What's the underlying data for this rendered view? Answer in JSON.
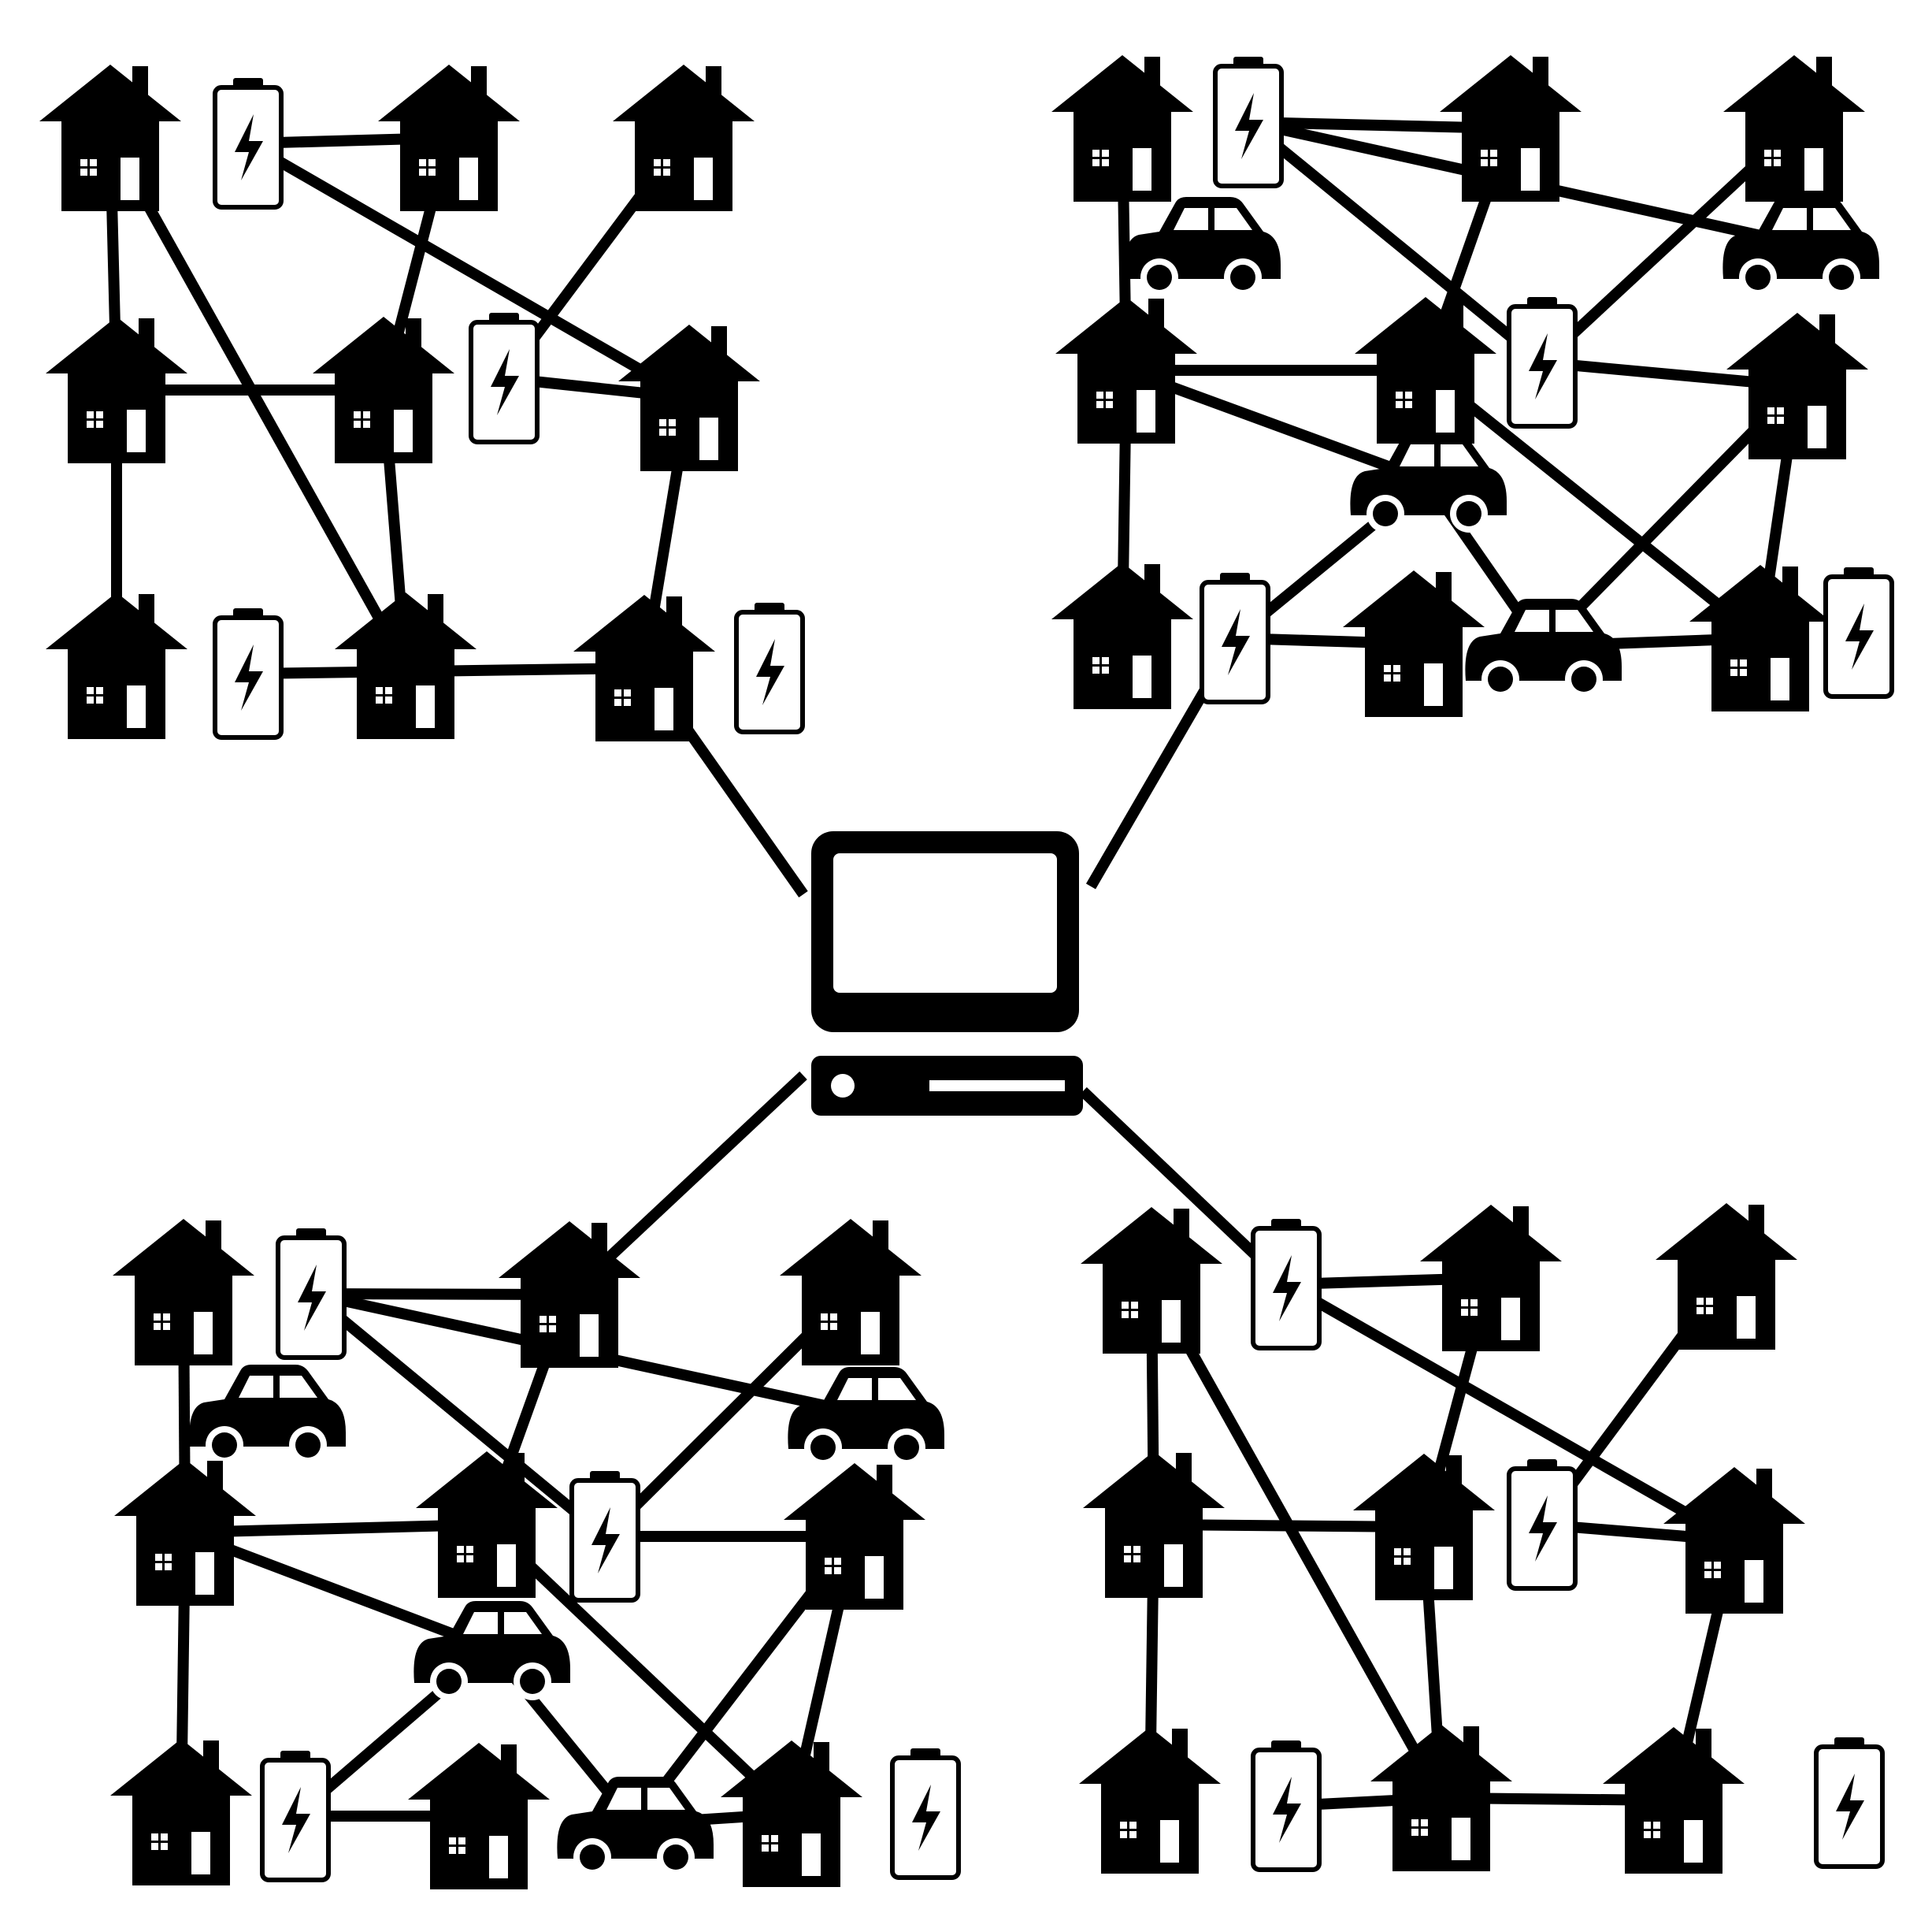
{
  "colors": {
    "ink": "#000000",
    "paper": "#ffffff"
  },
  "icons": {
    "house": "house-icon",
    "battery": "battery-icon",
    "car": "car-icon",
    "computer": "computer-icon"
  },
  "diagram": {
    "hub": "central-computer",
    "clusters": [
      {
        "id": "cluster-top-left",
        "nodes": [
          {
            "id": "h1",
            "type": "house"
          },
          {
            "id": "b1",
            "type": "battery"
          },
          {
            "id": "h2",
            "type": "house"
          },
          {
            "id": "h3",
            "type": "house"
          },
          {
            "id": "h4",
            "type": "house"
          },
          {
            "id": "h5",
            "type": "house"
          },
          {
            "id": "b2",
            "type": "battery"
          },
          {
            "id": "h6",
            "type": "house"
          },
          {
            "id": "h7",
            "type": "house"
          },
          {
            "id": "b3",
            "type": "battery"
          },
          {
            "id": "h8",
            "type": "house"
          },
          {
            "id": "h9",
            "type": "house"
          },
          {
            "id": "b4",
            "type": "battery"
          }
        ]
      },
      {
        "id": "cluster-top-right",
        "nodes": [
          {
            "id": "h1",
            "type": "house"
          },
          {
            "id": "b1",
            "type": "battery"
          },
          {
            "id": "h2",
            "type": "house"
          },
          {
            "id": "h3",
            "type": "house"
          },
          {
            "id": "c1",
            "type": "car"
          },
          {
            "id": "c2",
            "type": "car"
          },
          {
            "id": "h4",
            "type": "house"
          },
          {
            "id": "h5",
            "type": "house"
          },
          {
            "id": "b2",
            "type": "battery"
          },
          {
            "id": "h6",
            "type": "house"
          },
          {
            "id": "c3",
            "type": "car"
          },
          {
            "id": "h7",
            "type": "house"
          },
          {
            "id": "b3",
            "type": "battery"
          },
          {
            "id": "h8",
            "type": "house"
          },
          {
            "id": "c4",
            "type": "car"
          },
          {
            "id": "h9",
            "type": "house"
          },
          {
            "id": "b4",
            "type": "battery"
          }
        ]
      },
      {
        "id": "cluster-bottom-left",
        "nodes": [
          {
            "id": "h1",
            "type": "house"
          },
          {
            "id": "b1",
            "type": "battery"
          },
          {
            "id": "h2",
            "type": "house"
          },
          {
            "id": "h3",
            "type": "house"
          },
          {
            "id": "c1",
            "type": "car"
          },
          {
            "id": "c2",
            "type": "car"
          },
          {
            "id": "h4",
            "type": "house"
          },
          {
            "id": "h5",
            "type": "house"
          },
          {
            "id": "b2",
            "type": "battery"
          },
          {
            "id": "h6",
            "type": "house"
          },
          {
            "id": "c3",
            "type": "car"
          },
          {
            "id": "h7",
            "type": "house"
          },
          {
            "id": "b3",
            "type": "battery"
          },
          {
            "id": "h8",
            "type": "house"
          },
          {
            "id": "c4",
            "type": "car"
          },
          {
            "id": "h9",
            "type": "house"
          },
          {
            "id": "b4",
            "type": "battery"
          }
        ]
      },
      {
        "id": "cluster-bottom-right",
        "nodes": [
          {
            "id": "h1",
            "type": "house"
          },
          {
            "id": "b1",
            "type": "battery"
          },
          {
            "id": "h2",
            "type": "house"
          },
          {
            "id": "h3",
            "type": "house"
          },
          {
            "id": "h4",
            "type": "house"
          },
          {
            "id": "h5",
            "type": "house"
          },
          {
            "id": "b2",
            "type": "battery"
          },
          {
            "id": "h6",
            "type": "house"
          },
          {
            "id": "h7",
            "type": "house"
          },
          {
            "id": "b3",
            "type": "battery"
          },
          {
            "id": "h8",
            "type": "house"
          },
          {
            "id": "h9",
            "type": "house"
          },
          {
            "id": "b4",
            "type": "battery"
          }
        ]
      }
    ]
  }
}
